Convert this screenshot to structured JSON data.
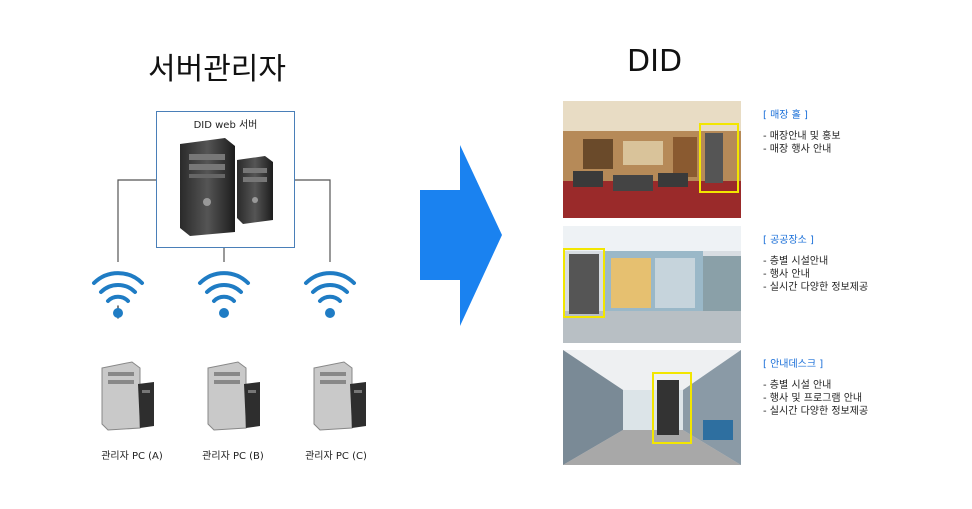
{
  "left": {
    "title": "서버관리자",
    "server_label": "DID web 서버",
    "clients": [
      {
        "label": "관리자 PC (A)"
      },
      {
        "label": "관리자 PC (B)"
      },
      {
        "label": "관리자 PC (C)"
      }
    ]
  },
  "right": {
    "title": "DID",
    "sections": [
      {
        "heading": "[ 매장 홀 ]",
        "items": [
          "매장안내 및 홍보",
          "매장 행사 안내"
        ]
      },
      {
        "heading": "[ 공공장소 ]",
        "items": [
          "층별 시설안내",
          "행사 안내",
          "실시간 다양한 정보제공"
        ]
      },
      {
        "heading": "[ 안내데스크 ]",
        "items": [
          "층별 시설 안내",
          "행사 및 프로그램 안내",
          "실시간 다양한 정보제공"
        ]
      }
    ]
  },
  "colors": {
    "arrow": "#1a82f0",
    "caption": "#1a6fd8",
    "highlight": "#f2e600",
    "wifi": "#1f7cc4",
    "server_border": "#4a7fb8"
  }
}
